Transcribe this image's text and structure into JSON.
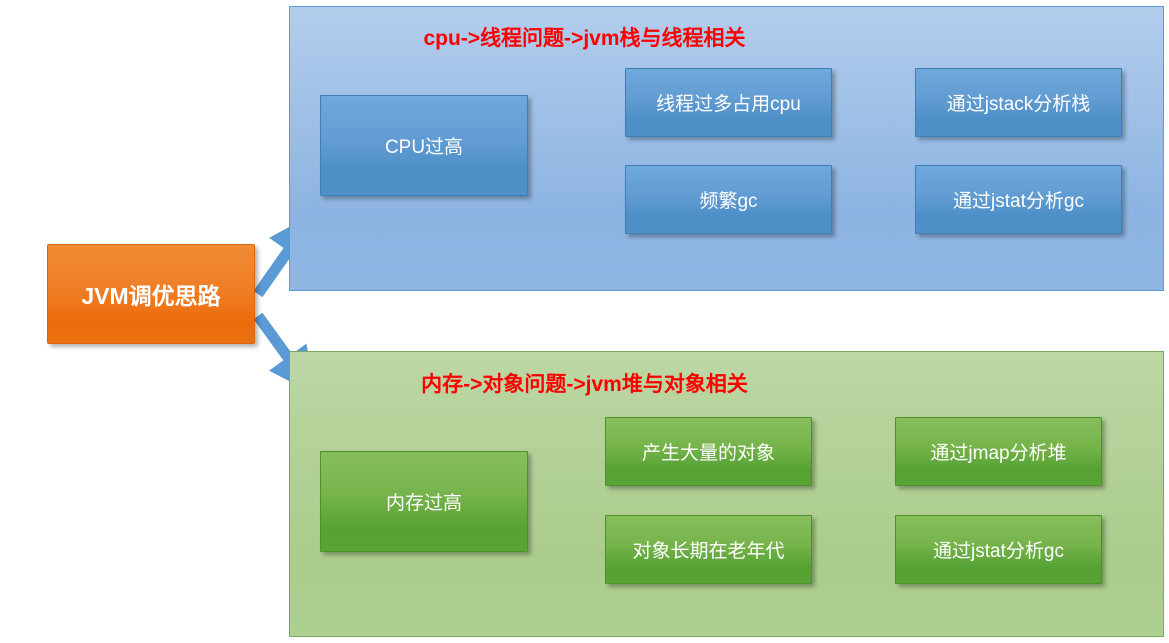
{
  "diagram": {
    "root": {
      "label": "JVM调优思路",
      "color": "#ed7110"
    },
    "groups": [
      {
        "id": "cpu-group",
        "title": "cpu->线程问题->jvm栈与线程相关",
        "title_color": "#ff0000",
        "panel_color": "#9fc0e6",
        "node_color": "#4e8fc8",
        "source": {
          "label": "CPU过高"
        },
        "branches": [
          {
            "cause": "线程过多占用cpu",
            "action": "通过jstack分析栈"
          },
          {
            "cause": "频繁gc",
            "action": "通过jstat分析gc"
          }
        ]
      },
      {
        "id": "memory-group",
        "title": "内存->对象问题->jvm堆与对象相关",
        "title_color": "#ff0000",
        "panel_color": "#b2d096",
        "node_color": "#55a233",
        "source": {
          "label": "内存过高"
        },
        "branches": [
          {
            "cause": "产生大量的对象",
            "action": "通过jmap分析堆"
          },
          {
            "cause": "对象长期在老年代",
            "action": "通过jstat分析gc"
          }
        ]
      }
    ],
    "arrow_color": "#5b9bd5"
  }
}
